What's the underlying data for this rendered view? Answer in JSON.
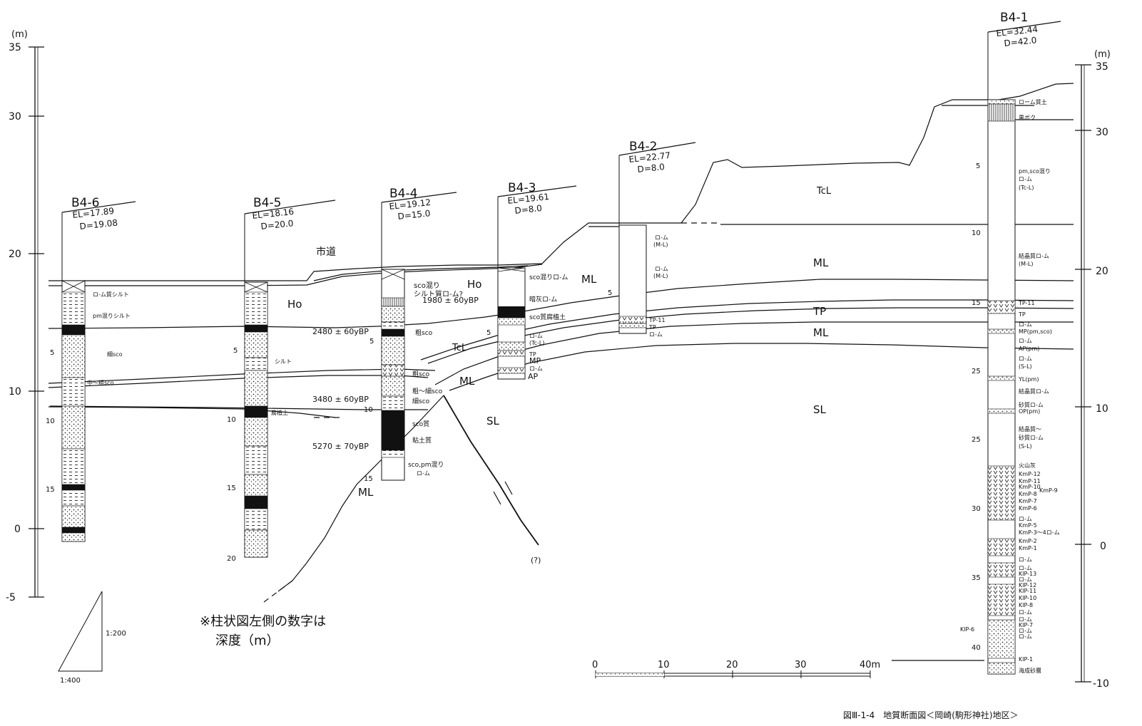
{
  "axes": {
    "unit": "(m)",
    "left_ticks": [
      "35",
      "30",
      "20",
      "10",
      "0",
      "-5"
    ],
    "right_ticks": [
      "35",
      "30",
      "20",
      "10",
      "0",
      "-10"
    ]
  },
  "boreholes": [
    {
      "id": "B4-6",
      "el": "EL=17.89",
      "d": "D=19.08"
    },
    {
      "id": "B4-5",
      "el": "EL=18.16",
      "d": "D=20.0"
    },
    {
      "id": "B4-4",
      "el": "EL=19.12",
      "d": "D=15.0"
    },
    {
      "id": "B4-3",
      "el": "EL=19.61",
      "d": "D=8.0"
    },
    {
      "id": "B4-2",
      "el": "EL=22.77",
      "d": "D=8.0"
    },
    {
      "id": "B4-1",
      "el": "EL=32.44",
      "d": "D=42.0"
    }
  ],
  "units": {
    "ho": "Ho",
    "tcl": "TcL",
    "ml": "ML",
    "tp": "TP",
    "sl": "SL",
    "road": "市道",
    "query": "(?)"
  },
  "ages": [
    "1980 ± 60yBP",
    "2480 ± 60yBP",
    "3480 ± 60yBP",
    "5270 ± 70yBP"
  ],
  "depth_ticks": [
    "5",
    "10",
    "15",
    "20",
    "25",
    "30",
    "35",
    "40"
  ],
  "b46_labels": [
    "ロ-ム質シルト",
    "pm混りシルト",
    "細sco",
    "中～粗sco"
  ],
  "b45_labels": [
    "シルト",
    "腐植土"
  ],
  "b44_labels": [
    "sco混り",
    "シルト質ロ-ム?",
    "粗sco",
    "粗sco",
    "粗～細sco",
    "細sco",
    "sco質",
    "粘土質",
    "sco,pm混り",
    "ロ-ム"
  ],
  "b43_labels": [
    "sco混りロ-ム",
    "暗灰ロ-ム",
    "sco質腐植土",
    "ロ-ム",
    "(Tc-L)",
    "TP",
    "MP",
    "ロ-ム",
    "AP"
  ],
  "b42_labels": [
    "ロ-ム",
    "(M-L)",
    "ロ-ム",
    "(M-L)",
    "TP-11",
    "TP",
    "ロ-ム"
  ],
  "b41_labels": [
    "ローム質土",
    "黒ボク",
    "pm,sco混り",
    "ロ-ム",
    "(Tc-L)",
    "結晶質ロ-ム",
    "(M-L)",
    "TP-11",
    "TP",
    "ロ-ム",
    "MP(pm,sco)",
    "ロ-ム",
    "AP(pm)",
    "ロ-ム",
    "(S-L)",
    "YL(pm)",
    "結晶質ロ-ム",
    "砂質ロ-ム",
    "OP(pm)",
    "結晶質～",
    "砂質ロ-ム",
    "(S-L)",
    "火山灰",
    "KmP-12",
    "KmP-11",
    "KmP-10",
    "KmP-9",
    "KmP-8",
    "KmP-7",
    "KmP-6",
    "ロ-ム",
    "KmP-5",
    "KmP-3～4ロ-ム",
    "KmP-2",
    "KmP-1",
    "ロ-ム",
    "ロ-ム",
    "KlP-13",
    "ロ-ム",
    "KlP-12",
    "KlP-11",
    "KlP-10",
    "KlP-8",
    "ロ-ム",
    "ロ-ム",
    "KlP-7",
    "ロ-ム",
    "ロ-ム",
    "KlP-6",
    "KlP-1",
    "海成砂層"
  ],
  "note": {
    "line1": "※柱状図左側の数字は",
    "line2": "深度（m）"
  },
  "scale_triangle": {
    "vertical": "1:200",
    "horizontal": "1:400"
  },
  "scale_bar": {
    "labels": [
      "0",
      "10",
      "20",
      "30",
      "40m"
    ]
  },
  "caption": "図Ⅲ-1-4　地質断面図＜岡崎(駒形神社)地区＞"
}
